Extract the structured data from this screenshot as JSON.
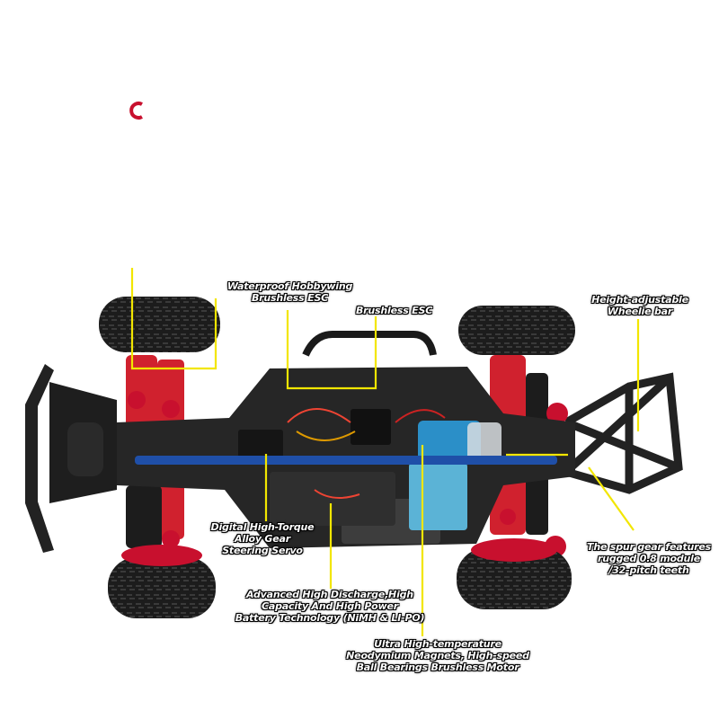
{
  "image": {
    "subject": "rc-short-course-truck-chassis-top-view",
    "colors": {
      "background": "#ffffff",
      "chassis": "#262626",
      "tire": "#1c1c1c",
      "rim": "#c8102e",
      "aluminum_red": "#d0212e",
      "motor_blue": "#2b8fc8",
      "driveshaft_blue": "#1f4fa8",
      "battery_blue": "#5bb3d6",
      "leader_line": "#f2e600",
      "label_text": "#ffffff"
    }
  },
  "labels": {
    "esc_hobbywing": [
      "Waterproof Hobbywing",
      "Brushless ESC"
    ],
    "esc": [
      "Brushless ESC"
    ],
    "wheelie_bar": [
      "Height-adjustable",
      "Wheelie bar"
    ],
    "servo": [
      "Digital High-Torque",
      "Alloy Gear",
      "Steering Servo"
    ],
    "spur_gear": [
      "The spur gear features",
      "rugged 0.8 module",
      "/32-pitch teeth"
    ],
    "battery": [
      "Advanced High Discharge,High",
      "Capacity And High Power",
      "Battery Technology (NiMH & LI-PO)"
    ],
    "motor": [
      "Ultra High-temperature",
      "Neodymium Magnets, High-speed",
      "Ball Bearings Brushless Motor"
    ]
  }
}
